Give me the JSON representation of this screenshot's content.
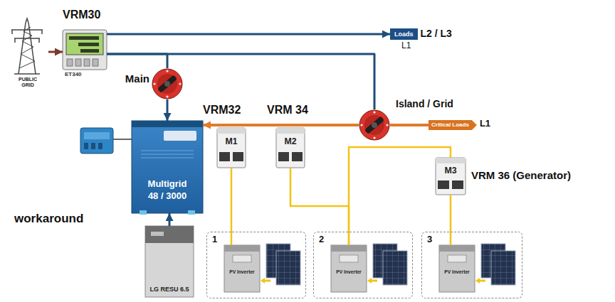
{
  "diagram": {
    "nodes": [
      {
        "text": [
          "PUBLIC GRID"
        ]
      },
      {
        "text": [
          "VRM30",
          "ET340"
        ]
      },
      {
        "text": [
          "Main"
        ]
      },
      {
        "text": [
          "Loads"
        ]
      },
      {
        "text": [
          "Multigrid",
          "48 / 3000"
        ]
      },
      {
        "text": [
          "M1"
        ]
      },
      {
        "text": [
          "M2"
        ]
      },
      {
        "text": [
          "Island / Grid"
        ]
      },
      {
        "text": [
          "Critical Loads"
        ]
      },
      {
        "text": [
          "M3"
        ]
      },
      {
        "text": [
          "LG RESU 6.5"
        ]
      },
      {
        "text": [
          "1"
        ]
      },
      {
        "text": [
          "PV Inverter"
        ],
        "in": 11
      },
      {
        "text": [
          "2"
        ]
      },
      {
        "text": [
          "PV Inverter"
        ],
        "in": 13
      },
      {
        "text": [
          "3"
        ]
      },
      {
        "text": [
          "PV Inverter"
        ],
        "in": 15
      }
    ],
    "edges": [
      {
        "from": 0,
        "to": 1,
        "arrow": "to"
      },
      {
        "from": 1,
        "to": 3,
        "arrow": "to"
      },
      {
        "from": 1,
        "to": 2,
        "arrow": "none"
      },
      {
        "from": 1,
        "to": 7,
        "arrow": "none"
      },
      {
        "from": 2,
        "to": 4,
        "arrow": "to"
      },
      {
        "from": 7,
        "to": 4,
        "arrow": "to"
      },
      {
        "from": 7,
        "to": 8,
        "arrow": "none"
      },
      {
        "from": 5,
        "to": 12,
        "arrow": "none"
      },
      {
        "from": 6,
        "to": 14,
        "arrow": "none"
      },
      {
        "from": 9,
        "to": 16,
        "arrow": "none"
      },
      {
        "from": 14,
        "to": 9,
        "arrow": "none"
      },
      {
        "from": 10,
        "to": 4,
        "arrow": "to"
      }
    ],
    "labels": [
      "L2 / L3",
      "L1",
      "VRM32",
      "VRM 34",
      "L1",
      "VRM 36 (Generator)",
      "workaround"
    ]
  }
}
